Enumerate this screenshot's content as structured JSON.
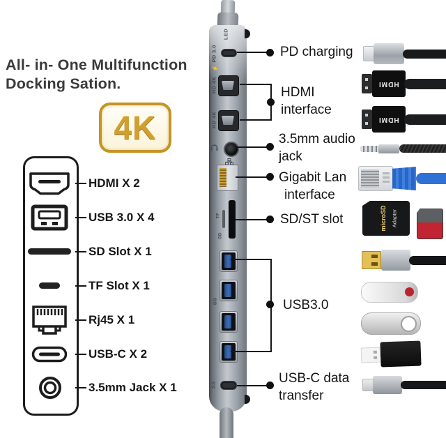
{
  "title": {
    "line1": "All- in- One Multifunction",
    "line2": "Docking Sation."
  },
  "badge": {
    "text": "4K"
  },
  "legend": {
    "items": [
      {
        "id": "hdmi",
        "label": "HDMI X 2"
      },
      {
        "id": "usb30",
        "label": "USB 3.0 X 4"
      },
      {
        "id": "sd",
        "label": "SD Slot X 1"
      },
      {
        "id": "tf",
        "label": "TF Slot X 1"
      },
      {
        "id": "rj45",
        "label": "Rj45 X 1"
      },
      {
        "id": "usbc",
        "label": "USB-C X 2"
      },
      {
        "id": "jack",
        "label": "3.5mm Jack X 1"
      }
    ]
  },
  "device": {
    "markings": {
      "led": "LED",
      "bolt": "⚡",
      "pd": "PD 3.0",
      "hdmi_top": "HD 4K",
      "hdmi_bottom": "HD 4K",
      "tf": "TF",
      "sd": "SD",
      "usb_ss": "SS",
      "usbc_ss": "SS"
    }
  },
  "annotations": {
    "pd": {
      "label": "PD charging"
    },
    "hdmi": {
      "line1": "HDMI",
      "line2": "interface"
    },
    "audio": {
      "line1": "3.5mm audio",
      "line2": "jack"
    },
    "lan": {
      "line1": "Gigabit Lan",
      "line2": "interface"
    },
    "sdst": {
      "label": "SD/ST slot"
    },
    "usb30": {
      "label": "USB3.0"
    },
    "usbc": {
      "line1": "USB-C data",
      "line2": "transfer"
    }
  },
  "cables": {
    "hdmi_print": "HDMI",
    "sd_adapter_line1": "microSD",
    "sd_adapter_line2": "Adapter"
  },
  "colors": {
    "gold": "#c49425",
    "usb_blue": "#3e6cb4",
    "ethernet_blue": "#2f72d6",
    "sd_red": "#c22531",
    "dock_gray": "#9aa1a9"
  }
}
